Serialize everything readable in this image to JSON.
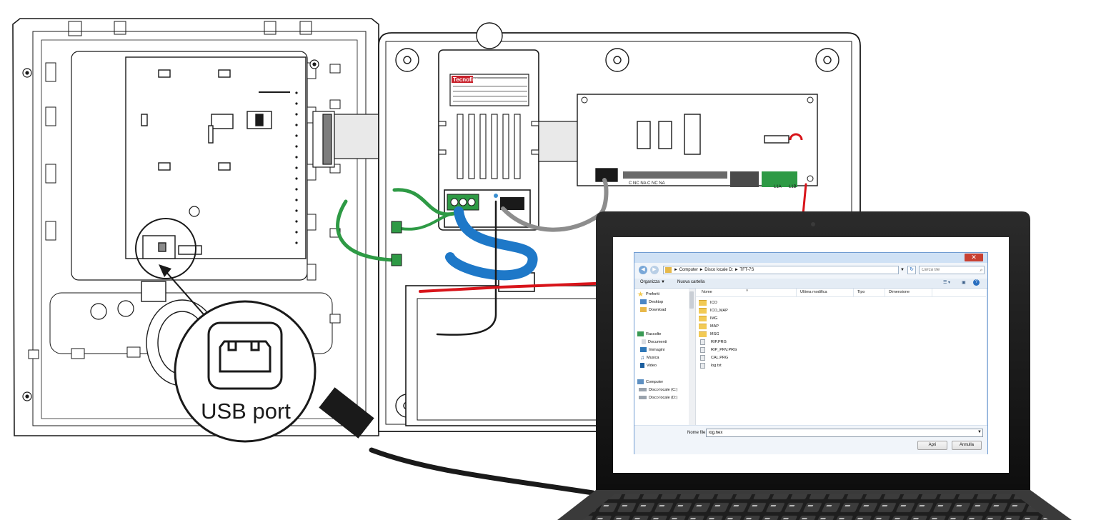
{
  "device": {
    "brand": "Tecnofire",
    "usb_label": "USB port",
    "terminal_labels": "C  NC NA  C  NC NA",
    "line_labels": [
      "L1A",
      "L1B"
    ]
  },
  "dialog": {
    "close_glyph": "✕",
    "back_glyph": "◀",
    "forward_glyph": "▶",
    "address_path": "► Computer ► Disco locale D: ► TFT-7S",
    "refresh_glyph": "↻",
    "search_placeholder": "Cerca file",
    "toolbar": {
      "organize": "Organizza ▼",
      "new_folder": "Nuova cartella"
    },
    "nav": {
      "favorites": "Preferiti",
      "desktop": "Desktop",
      "download": "Download",
      "libraries": "Raccolte",
      "documents": "Documenti",
      "images": "Immagini",
      "music": "Musica",
      "video": "Video",
      "computer": "Computer",
      "disk_c": "Disco locale (C:)",
      "disk_d": "Disco locale (D:)"
    },
    "columns": {
      "name": "Nome",
      "modified": "Ultima modifica",
      "type": "Tipo",
      "size": "Dimensione"
    },
    "folders": [
      "ICO",
      "ICO_MAP",
      "IMG",
      "MAP",
      "MSG"
    ],
    "files": [
      "RIP.PRG",
      "RIP_PRV.PRG",
      "CAL.PRG",
      "log.txt"
    ],
    "filename_label": "Nome file:",
    "filename_value": "log.hex",
    "open_button": "Apri",
    "cancel_button": "Annulla"
  },
  "colors": {
    "green_wire": "#2e9a45",
    "blue_wire": "#1e78c8",
    "red_wire": "#d8141a",
    "grey_cable": "#8d8d8d",
    "brand_red": "#c8202a",
    "dialog_border": "#6f9bd1",
    "close_red": "#c84031"
  }
}
